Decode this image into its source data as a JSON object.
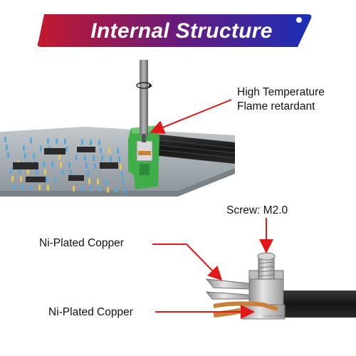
{
  "banner": {
    "title": "Internal Structure",
    "gradient_colors": [
      "#c41a2e",
      "#6a1b7a",
      "#1a2fb8"
    ]
  },
  "annotations": {
    "flame": {
      "line1": "High Temperature",
      "line2": "Flame retardant"
    },
    "screw": "Screw: M2.0",
    "ni_plated_top": "Ni-Plated Copper",
    "ni_plated_bottom": "Ni-Plated Copper"
  },
  "colors": {
    "arrow": "#e01818",
    "terminal_block": "#3fae49",
    "pcb": "#a9b2b8",
    "cable": "#1c1c1c",
    "copper": "#c8813a",
    "metal": "#c9c9c9"
  },
  "icons": [
    "rotation-arrow-icon",
    "screwdriver-icon"
  ]
}
